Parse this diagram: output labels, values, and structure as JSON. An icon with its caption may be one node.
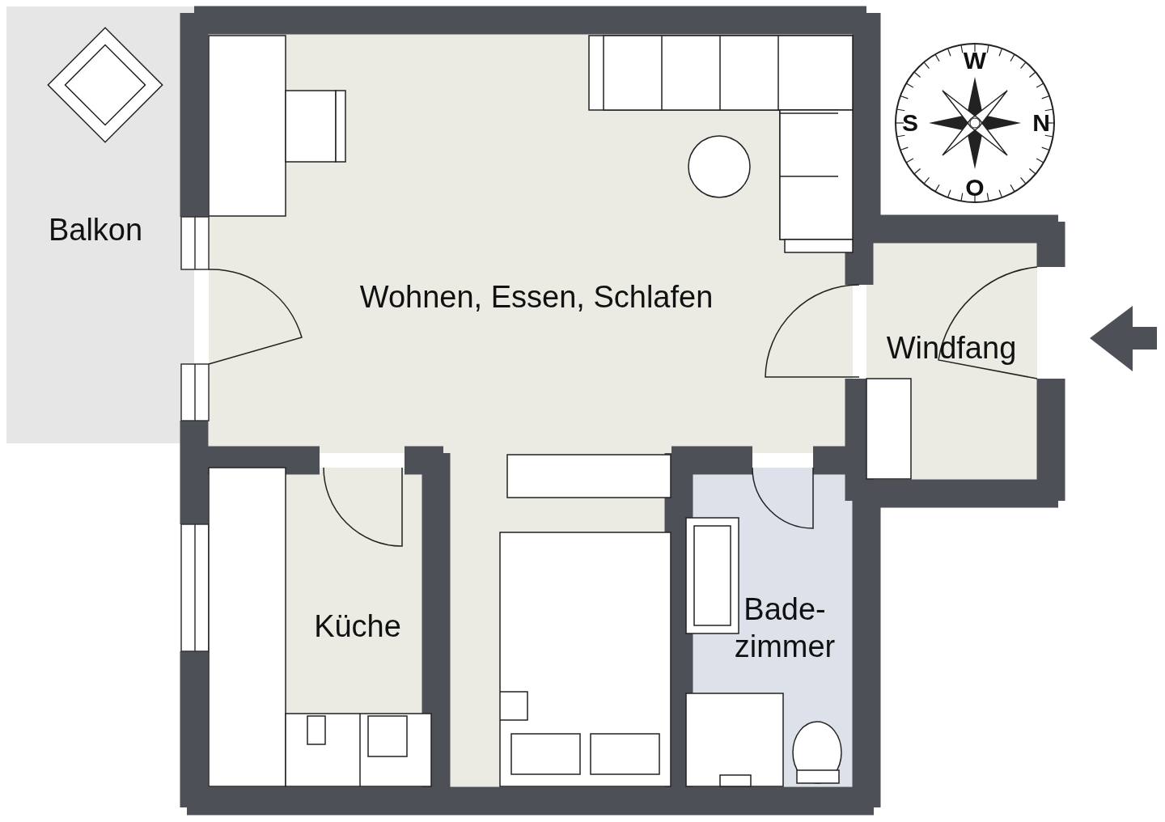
{
  "diagram": {
    "nodes": [
      {
        "text": [
          "Balkon"
        ]
      },
      {
        "text": [
          "Wohnen, Essen, Schlafen"
        ]
      },
      {
        "text": [
          "Windfang"
        ]
      },
      {
        "text": [
          "Küche"
        ]
      },
      {
        "text": [
          "Bade- zimmer"
        ]
      }
    ],
    "labels": [
      "W",
      "S",
      "N",
      "O"
    ]
  }
}
